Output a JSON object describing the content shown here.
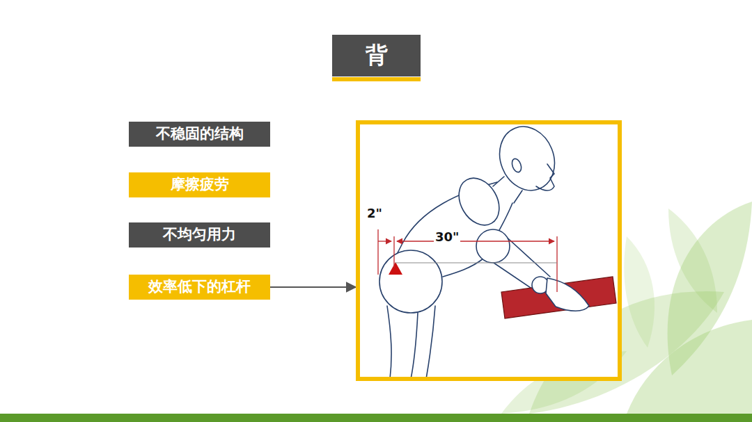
{
  "diagram": {
    "title": "背",
    "nodes": [
      {
        "text": [
          "不稳固的结构"
        ]
      },
      {
        "text": [
          "摩擦疲劳"
        ]
      },
      {
        "text": [
          "不均匀用力"
        ]
      },
      {
        "text": [
          "效率低下的杠杆"
        ]
      },
      {
        "text": [
          "2\"",
          "30\""
        ]
      }
    ],
    "edges": [
      {
        "from": 3,
        "to": 4,
        "arrow": "to"
      }
    ]
  }
}
